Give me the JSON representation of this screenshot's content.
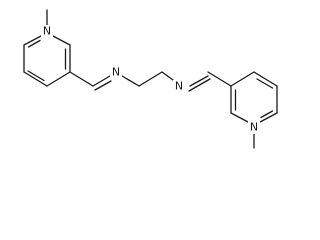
{
  "molecule": {
    "atom_labels": {
      "n_ring_left": "N",
      "n_imine_left": "N",
      "n_imine_right": "N",
      "n_ring_right": "N"
    }
  }
}
